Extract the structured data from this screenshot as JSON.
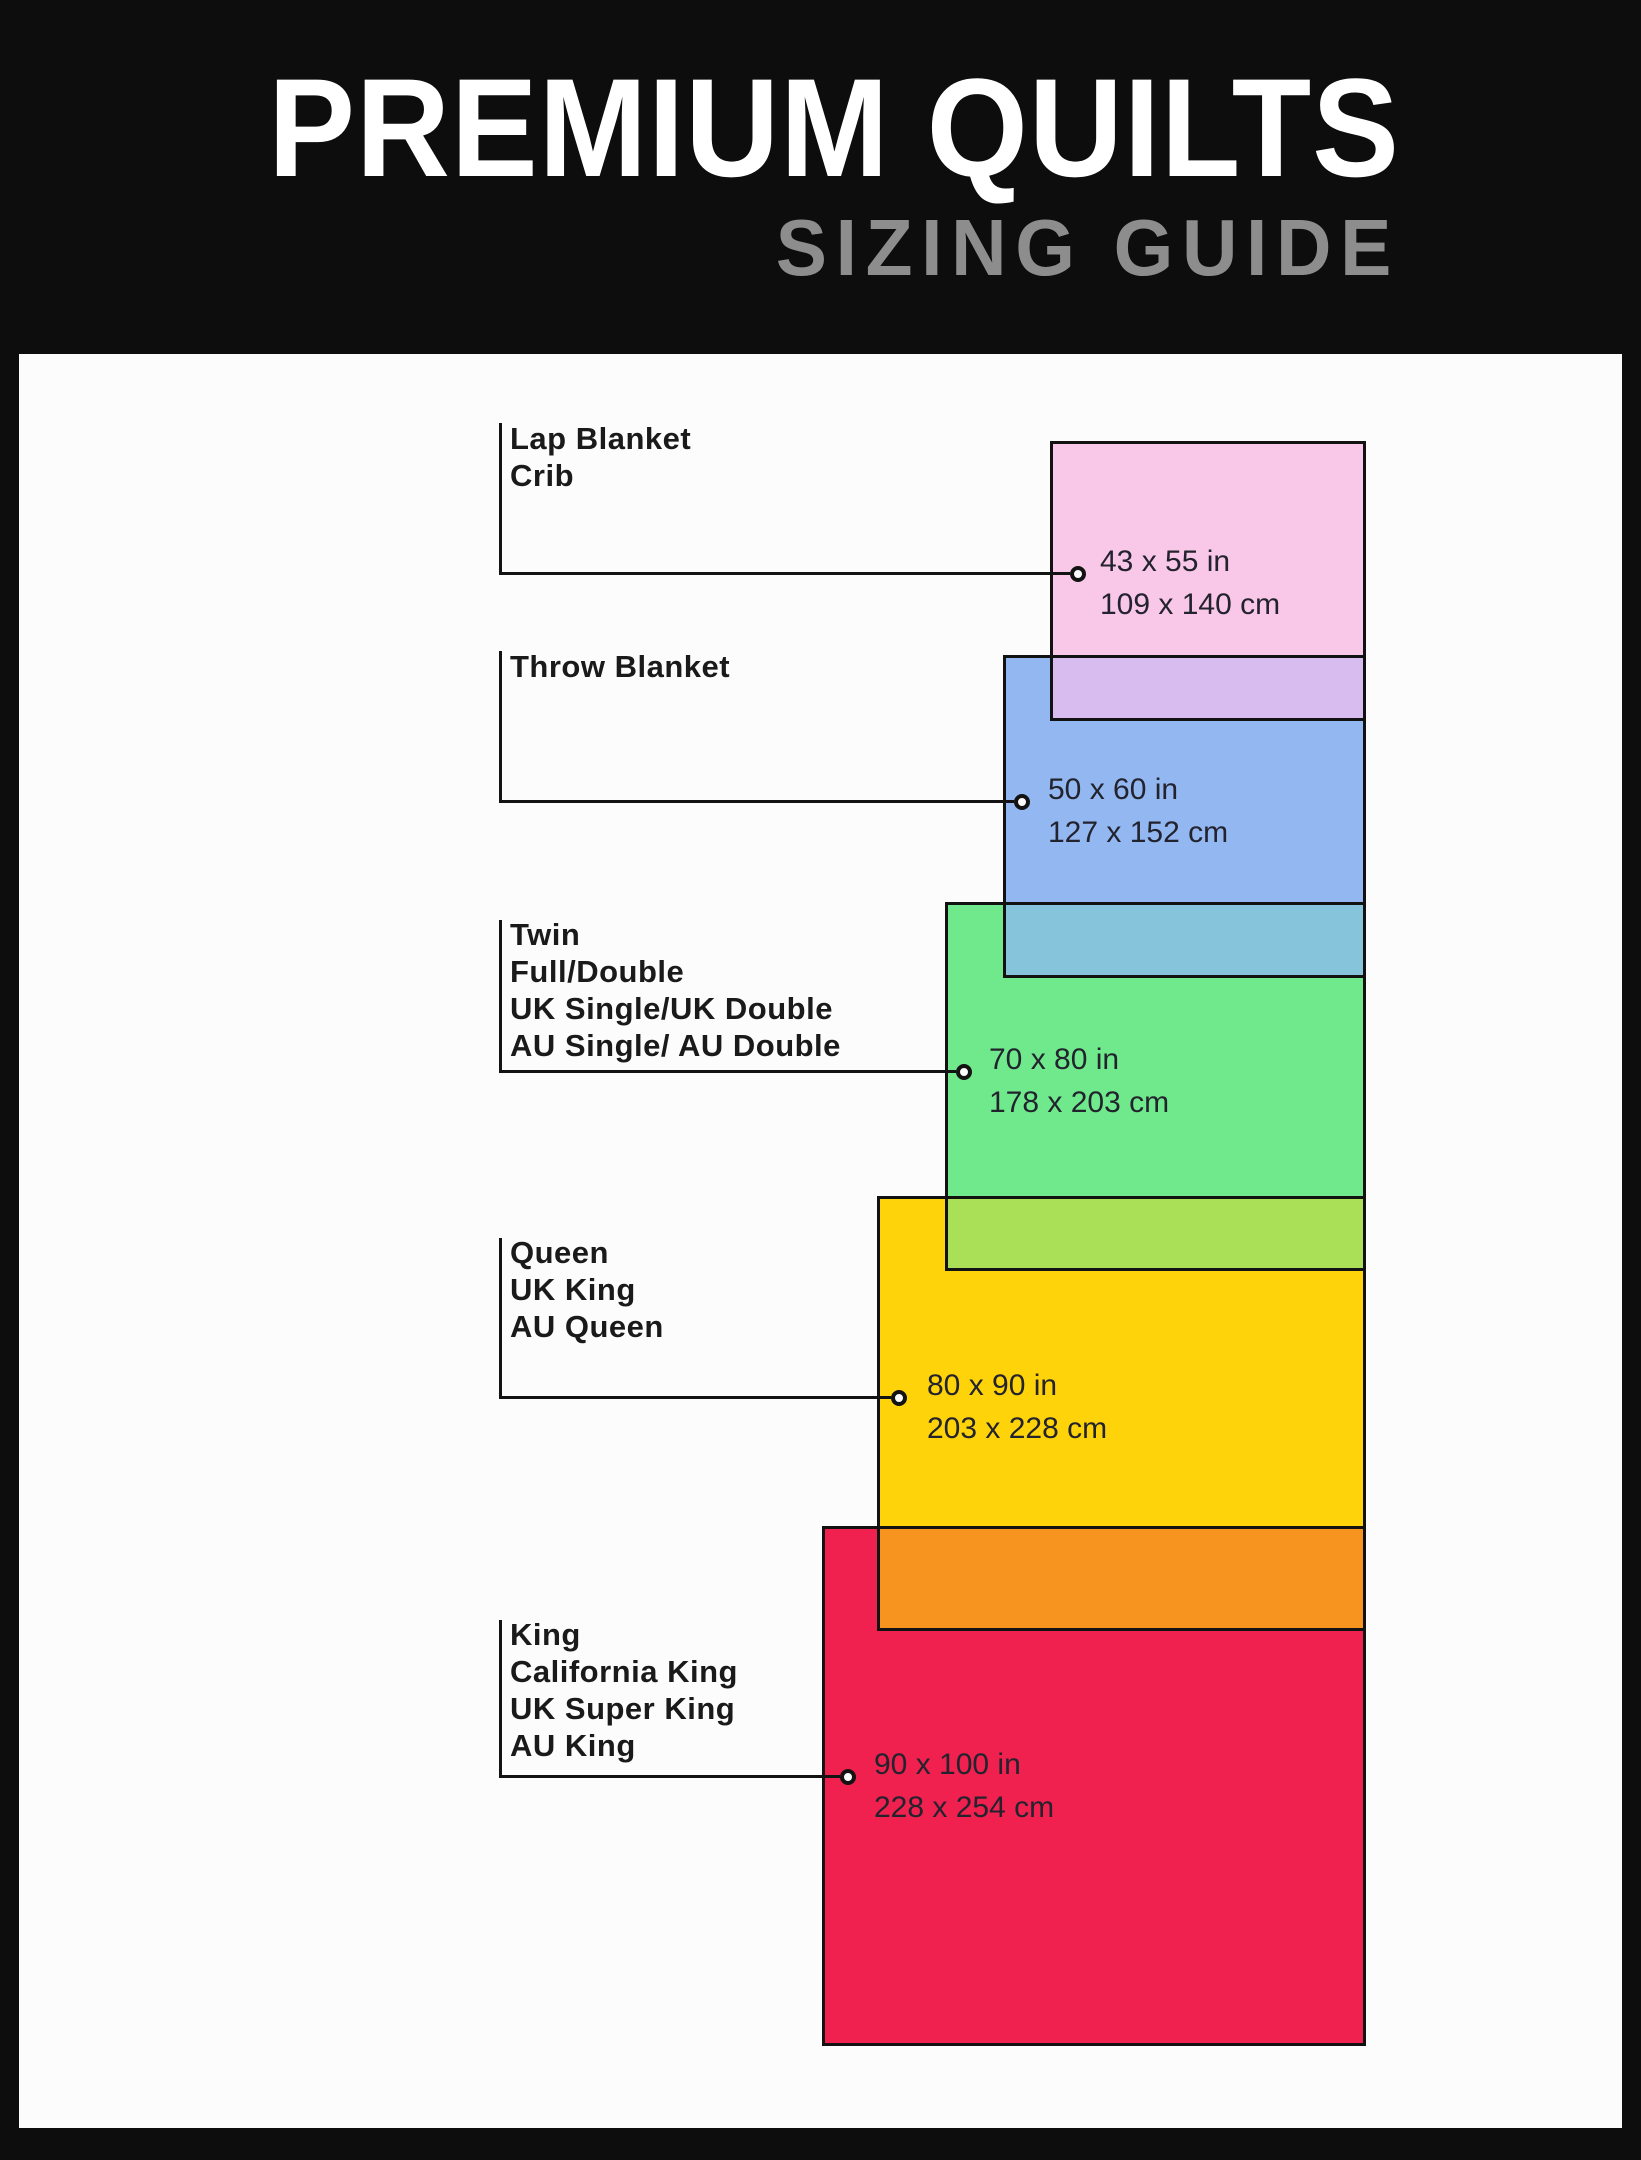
{
  "header": {
    "title": "PREMIUM QUILTS",
    "subtitle": "SIZING GUIDE"
  },
  "sizes": [
    {
      "key": "lap-blanket-crib",
      "label": "Lap Blanket\nCrib",
      "inches": "43 x 55 in",
      "centimeters": "109 x 140 cm",
      "color": "#f9c7e8"
    },
    {
      "key": "throw-blanket",
      "label": "Throw Blanket",
      "inches": "50 x 60 in",
      "centimeters": "127 x 152 cm",
      "color": "#92b7f1"
    },
    {
      "key": "twin-full-double",
      "label": "Twin\nFull/Double\nUK Single/UK Double\nAU Single/ AU Double",
      "inches": "70 x 80 in",
      "centimeters": "178 x 203 cm",
      "color": "#6fe98c"
    },
    {
      "key": "queen",
      "label": "Queen\nUK King\nAU Queen",
      "inches": "80 x 90 in",
      "centimeters": "203 x 228 cm",
      "color": "#ffd30a"
    },
    {
      "key": "king",
      "label": "King\nCalifornia King\nUK Super King\nAU King",
      "inches": "90 x 100 in",
      "centimeters": "228 x 254 cm",
      "color": "#f0204f"
    }
  ],
  "overlaps": [
    {
      "between": "lap-blanket-crib/throw-blanket",
      "color": "#d8bcef"
    },
    {
      "between": "throw-blanket/twin-full-double",
      "color": "#85c4da"
    },
    {
      "between": "twin-full-double/queen",
      "color": "#a9e057"
    },
    {
      "between": "queen/king",
      "color": "#f7941f"
    }
  ],
  "colors": {
    "background": "#0d0d0d",
    "panel": "#fcfcfc",
    "outline": "#121212",
    "title_text": "#ffffff",
    "subtitle_text": "#8d8d8d",
    "label_text": "#1a1a1a",
    "dimension_text": "#23232e"
  }
}
